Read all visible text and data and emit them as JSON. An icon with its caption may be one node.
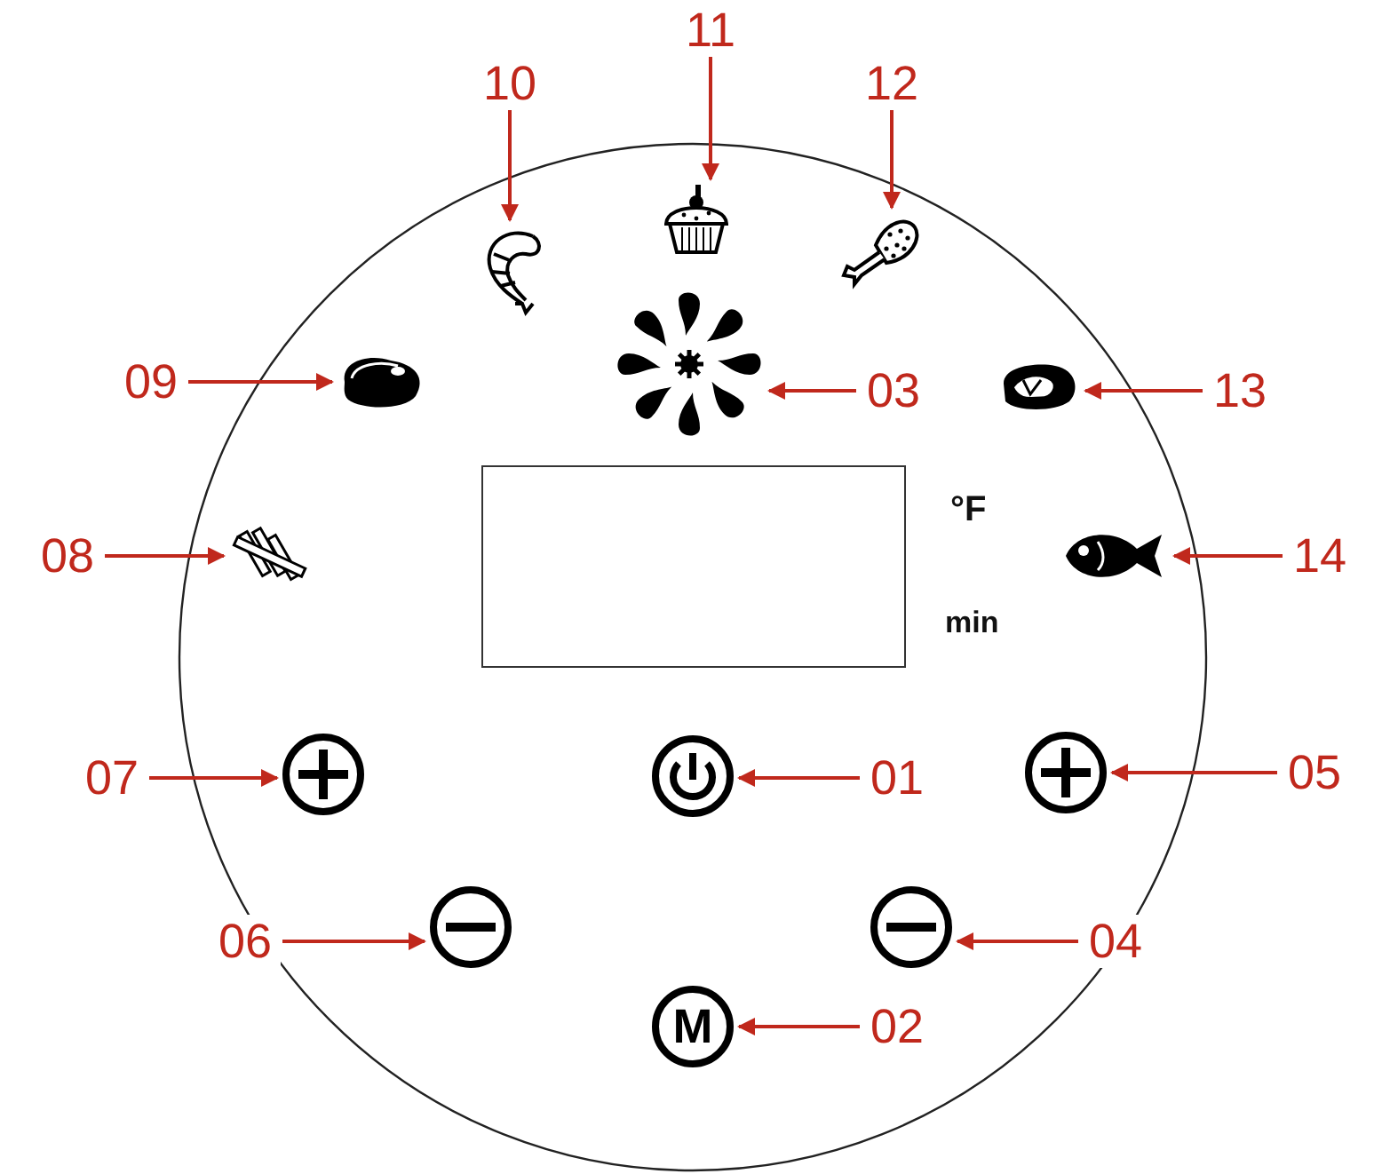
{
  "diagram": {
    "nodes": [
      {
        "text": [
          "01"
        ]
      },
      {
        "text": [
          "02"
        ]
      },
      {
        "text": [
          "03"
        ]
      },
      {
        "text": [
          "04"
        ]
      },
      {
        "text": [
          "05"
        ]
      },
      {
        "text": [
          "06"
        ]
      },
      {
        "text": [
          "07"
        ]
      },
      {
        "text": [
          "08"
        ]
      },
      {
        "text": [
          "09"
        ]
      },
      {
        "text": [
          "10"
        ]
      },
      {
        "text": [
          "11"
        ]
      },
      {
        "text": [
          "12"
        ]
      },
      {
        "text": [
          "13"
        ]
      },
      {
        "text": [
          "14"
        ]
      },
      {
        "text": [],
        "shape": "circle"
      },
      {
        "text": [
          "M"
        ]
      },
      {
        "text": [],
        "shape": "picture"
      },
      {
        "text": [],
        "shape": "circle"
      },
      {
        "text": [],
        "shape": "circle"
      },
      {
        "text": [],
        "shape": "circle"
      },
      {
        "text": [],
        "shape": "circle"
      },
      {
        "text": [],
        "shape": "picture"
      },
      {
        "text": [],
        "shape": "picture"
      },
      {
        "text": [],
        "shape": "picture"
      },
      {
        "text": [],
        "shape": "picture"
      },
      {
        "text": [],
        "shape": "picture"
      },
      {
        "text": [],
        "shape": "picture"
      },
      {
        "text": [],
        "shape": "picture"
      },
      {
        "text": [],
        "shape": "box"
      }
    ],
    "edges": [
      {
        "from": 0,
        "to": 14,
        "arrow": "to"
      },
      {
        "from": 1,
        "to": 15,
        "arrow": "to"
      },
      {
        "from": 2,
        "to": 16,
        "arrow": "to"
      },
      {
        "from": 3,
        "to": 17,
        "arrow": "to"
      },
      {
        "from": 4,
        "to": 18,
        "arrow": "to"
      },
      {
        "from": 5,
        "to": 19,
        "arrow": "to"
      },
      {
        "from": 6,
        "to": 20,
        "arrow": "to"
      },
      {
        "from": 7,
        "to": 21,
        "arrow": "to"
      },
      {
        "from": 8,
        "to": 22,
        "arrow": "to"
      },
      {
        "from": 9,
        "to": 23,
        "arrow": "to"
      },
      {
        "from": 10,
        "to": 24,
        "arrow": "to"
      },
      {
        "from": 11,
        "to": 25,
        "arrow": "to"
      },
      {
        "from": 12,
        "to": 26,
        "arrow": "to"
      },
      {
        "from": 13,
        "to": 27,
        "arrow": "to"
      }
    ],
    "labels": [
      "°F",
      "min"
    ]
  }
}
